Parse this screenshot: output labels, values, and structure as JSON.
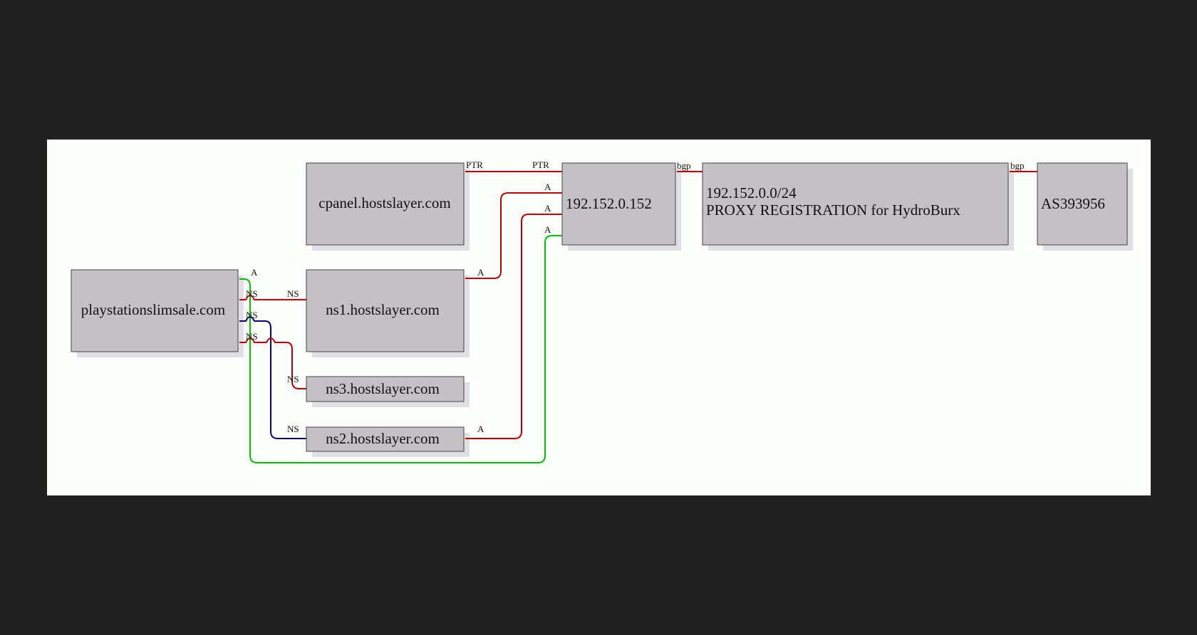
{
  "nodes": {
    "cpanel": "cpanel.hostslayer.com",
    "ns1": "ns1.hostslayer.com",
    "ns3": "ns3.hostslayer.com",
    "ns2": "ns2.hostslayer.com",
    "domain": "playstationslimsale.com",
    "ip": "192.152.0.152",
    "netblock_line1": "192.152.0.0/24",
    "netblock_line2": "PROXY REGISTRATION for HydroBurx",
    "asn": "AS393956"
  },
  "edges": {
    "ptr": "PTR",
    "a": "A",
    "ns": "NS",
    "bgp": "bgp"
  },
  "colors": {
    "red": "#c00000",
    "blue": "#000080",
    "green": "#00c000"
  }
}
